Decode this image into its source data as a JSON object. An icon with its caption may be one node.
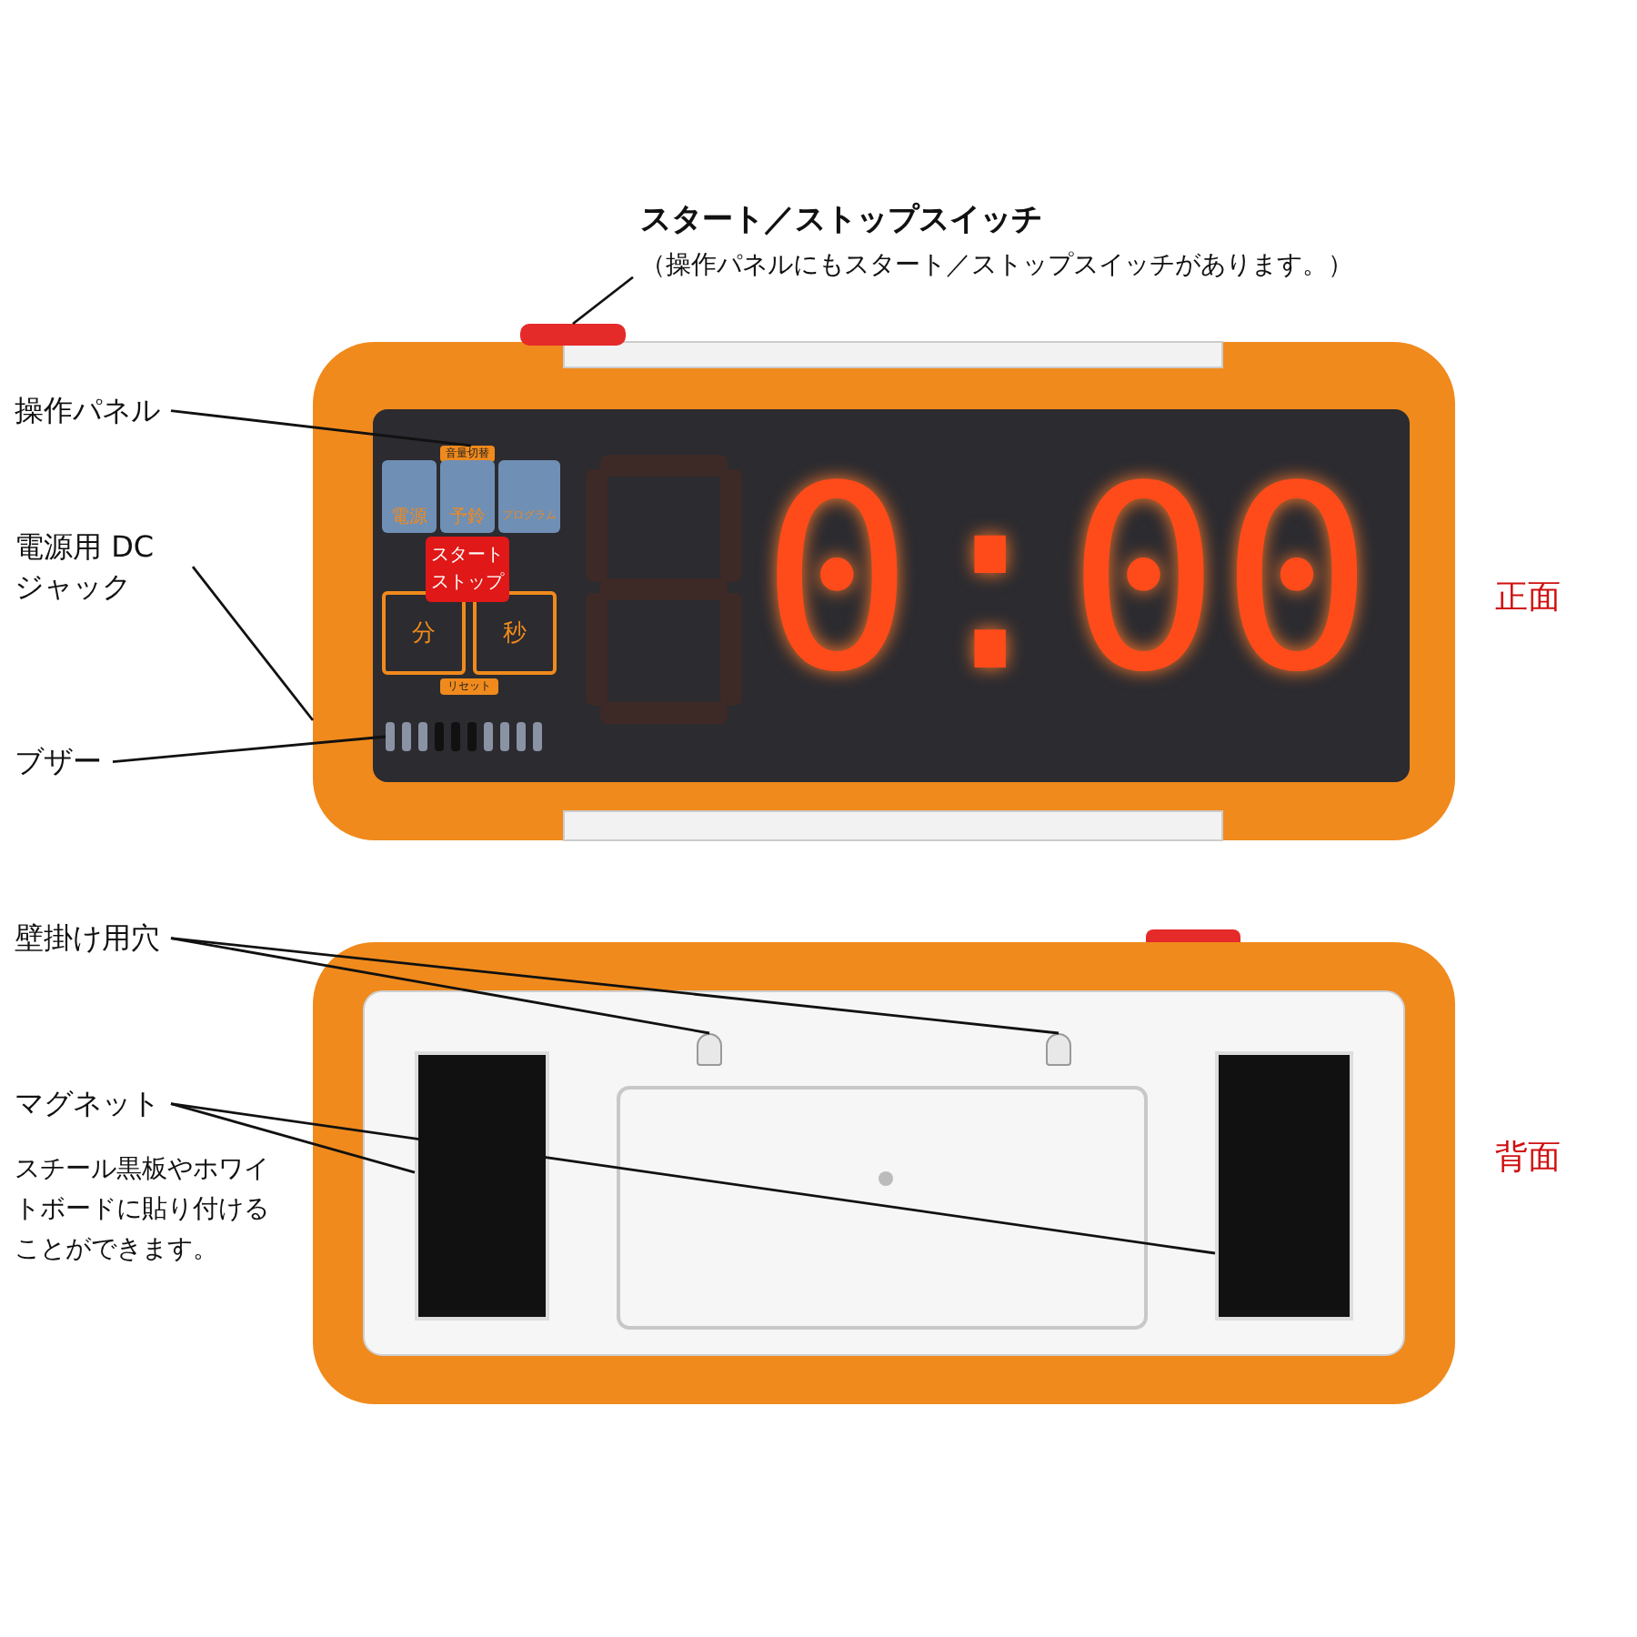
{
  "diagram": {
    "nodes": [
      {
        "text": [
          "スタート／ストップスイッチ",
          "（操作パネルにもスタート／ストップスイッチがあります。）"
        ]
      },
      {
        "text": [],
        "shape": "box"
      },
      {
        "text": [
          "操作パネル"
        ]
      },
      {
        "text": [],
        "shape": "box"
      },
      {
        "text": [
          "電源用 DCジャック"
        ]
      },
      {
        "text": [
          "ブザー"
        ]
      },
      {
        "text": [],
        "shape": "box"
      },
      {
        "text": [
          "壁掛け用穴"
        ]
      },
      {
        "text": [],
        "shape": "box"
      },
      {
        "text": [],
        "shape": "box"
      },
      {
        "text": [
          "マグネット",
          "スチール黒板やホワイトボードに貼り付けることができます。"
        ]
      },
      {
        "text": [],
        "shape": "box"
      },
      {
        "text": [],
        "shape": "box"
      }
    ],
    "edges": [
      {
        "from": 0,
        "to": 1,
        "arrow": "none"
      },
      {
        "from": 2,
        "to": 3,
        "arrow": "none"
      },
      {
        "from": 4,
        "to": null,
        "arrow": "none"
      },
      {
        "from": 5,
        "to": 6,
        "arrow": "none"
      },
      {
        "from": 7,
        "to": 8,
        "arrow": "none"
      },
      {
        "from": 7,
        "to": 9,
        "arrow": "none"
      },
      {
        "from": 10,
        "to": 11,
        "arrow": "none"
      },
      {
        "from": 10,
        "to": 12,
        "arrow": "none"
      }
    ],
    "labels": [
      "音量切替",
      "電源",
      "予鈴",
      "プログラム",
      "スタートストップ",
      "分",
      "秒",
      "リセット",
      "0:00",
      "正面",
      "背面"
    ]
  }
}
